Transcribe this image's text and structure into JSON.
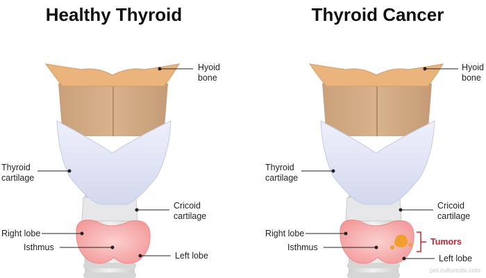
{
  "panels": [
    {
      "title": "Healthy Thyroid",
      "labels": {
        "hyoid_bone": "Hyoid\nbone",
        "thyroid_cartilage": "Thyroid\ncartilage",
        "cricoid_cartilage": "Cricoid\ncartilage",
        "right_lobe": "Right lobe",
        "isthmus": "Isthmus",
        "left_lobe": "Left lobe"
      }
    },
    {
      "title": "Thyroid Cancer",
      "labels": {
        "hyoid_bone": "Hyoid\nbone",
        "thyroid_cartilage": "Thyroid\ncartilage",
        "cricoid_cartilage": "Cricoid\ncartilage",
        "right_lobe": "Right lobe",
        "isthmus": "Isthmus",
        "left_lobe": "Left lobe",
        "tumors": "Tumors"
      }
    }
  ],
  "watermark": "pet.culturextx.com",
  "colors": {
    "hyoid": "#e8b27b",
    "thyroid_cartilage": "#c8a684",
    "cartilage_shield": "#dfe3f3",
    "trachea": "#e4e4e4",
    "thyroid_gland": "#f6a6a6",
    "tumor": "#f0a030",
    "tumor_bracket": "#d0222a"
  }
}
